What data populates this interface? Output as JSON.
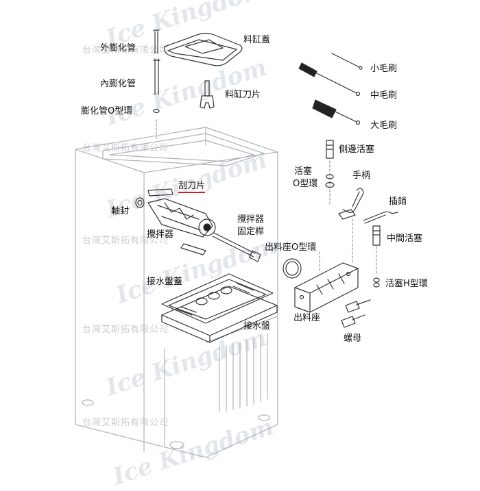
{
  "watermark": {
    "company": "台灣艾斯拓有限公司",
    "script": "Ice Kingdom",
    "color": "#c9cdd3"
  },
  "highlight_color": "#d21e1e",
  "labels": {
    "hopper_cover": "料缸蓋",
    "outer_expansion_tube": "外膨化管",
    "inner_expansion_tube": "內膨化管",
    "expansion_tube_o_ring": "膨化管O型環",
    "hopper_blade": "料缸刀片",
    "small_brush": "小毛刷",
    "medium_brush": "中毛刷",
    "large_brush": "大毛刷",
    "side_piston": "側邊活塞",
    "piston_o_ring_line1": "活塞",
    "piston_o_ring_line2": "O型環",
    "handle": "手柄",
    "pin": "插銷",
    "scraper_blade": "刮刀片",
    "shaft_seal": "軸封",
    "beater": "攪拌器",
    "beater_rod_line1": "攪拌器",
    "beater_rod_line2": "固定桿",
    "outlet_o_ring": "出料座O型環",
    "middle_piston": "中間活塞",
    "piston_h_ring": "活塞H型環",
    "drip_tray_cover": "接水盤蓋",
    "outlet_seat": "出料座",
    "nut": "螺母",
    "drip_tray": "接水盤"
  }
}
